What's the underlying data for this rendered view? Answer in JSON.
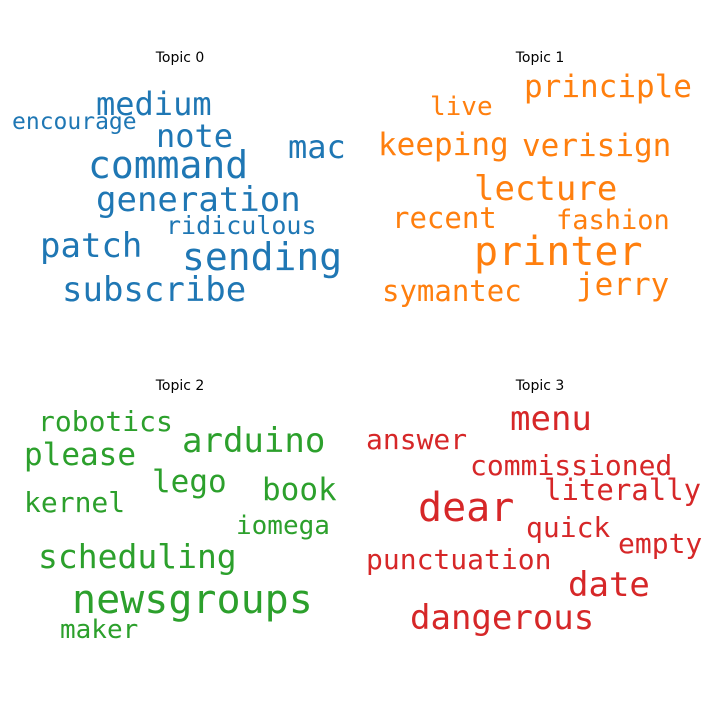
{
  "chart_data": {
    "type": "wordcloud",
    "topics": [
      {
        "title": "Topic 0",
        "color": "#1f77b4",
        "words": [
          "medium",
          "encourage",
          "note",
          "mac",
          "command",
          "generation",
          "ridiculous",
          "patch",
          "sending",
          "subscribe"
        ],
        "weights": [
          0.58,
          0.42,
          0.58,
          0.58,
          0.78,
          0.64,
          0.46,
          0.64,
          0.75,
          0.64
        ]
      },
      {
        "title": "Topic 1",
        "color": "#ff7f0e",
        "words": [
          "principle",
          "live",
          "keeping",
          "verisign",
          "lecture",
          "recent",
          "fashion",
          "printer",
          "symantec",
          "jerry"
        ],
        "weights": [
          0.55,
          0.44,
          0.58,
          0.58,
          0.64,
          0.55,
          0.48,
          0.75,
          0.55,
          0.58
        ]
      },
      {
        "title": "Topic 2",
        "color": "#2ca02c",
        "words": [
          "robotics",
          "arduino",
          "please",
          "lego",
          "book",
          "kernel",
          "iomega",
          "scheduling",
          "newsgroups",
          "maker"
        ],
        "weights": [
          0.5,
          0.62,
          0.58,
          0.58,
          0.58,
          0.5,
          0.48,
          0.62,
          0.75,
          0.5
        ]
      },
      {
        "title": "Topic 3",
        "color": "#d62728",
        "words": [
          "menu",
          "answer",
          "commissioned",
          "dear",
          "literally",
          "quick",
          "empty",
          "punctuation",
          "date",
          "dangerous"
        ],
        "weights": [
          0.62,
          0.5,
          0.5,
          0.75,
          0.55,
          0.48,
          0.5,
          0.52,
          0.62,
          0.64
        ]
      }
    ]
  }
}
